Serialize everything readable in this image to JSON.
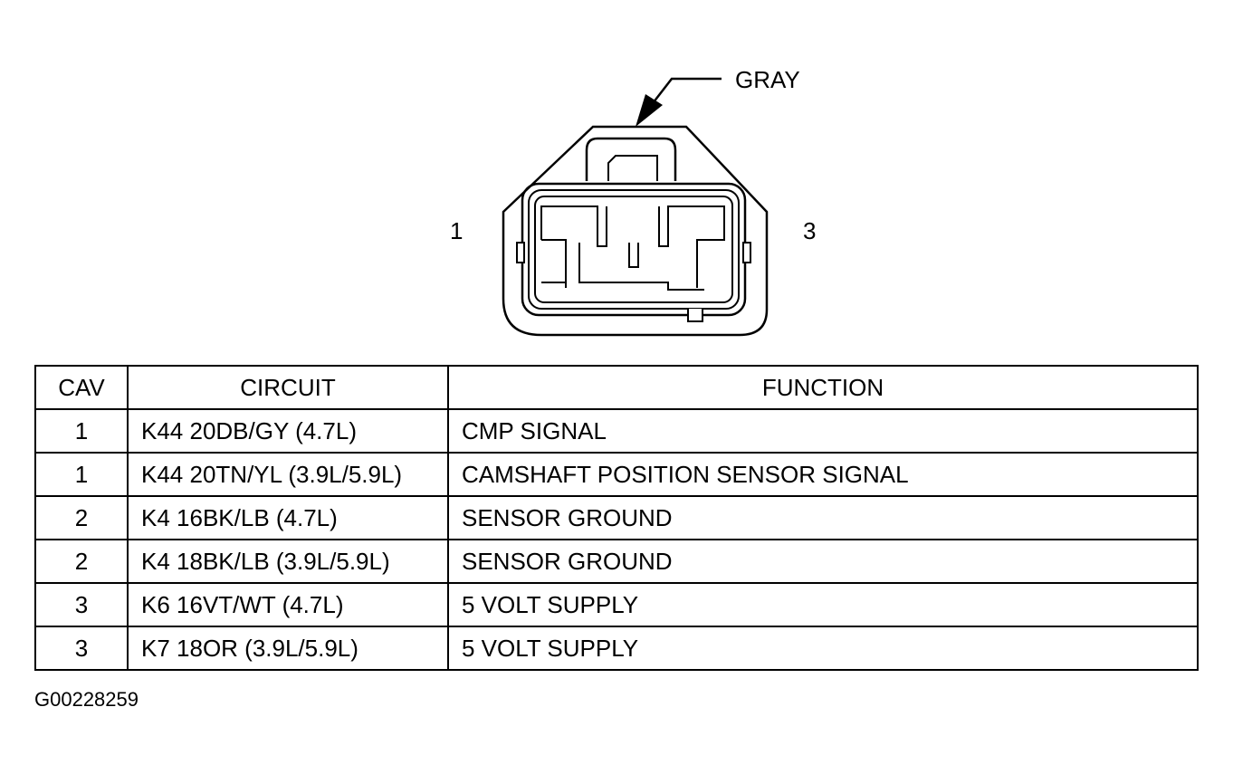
{
  "connector": {
    "color_label": "GRAY",
    "pin_left_label": "1",
    "pin_right_label": "3"
  },
  "table": {
    "headers": [
      "CAV",
      "CIRCUIT",
      "FUNCTION"
    ],
    "rows": [
      {
        "cav": "1",
        "circuit": "K44 20DB/GY (4.7L)",
        "function": "CMP SIGNAL"
      },
      {
        "cav": "1",
        "circuit": "K44 20TN/YL (3.9L/5.9L)",
        "function": "CAMSHAFT POSITION SENSOR SIGNAL"
      },
      {
        "cav": "2",
        "circuit": "K4 16BK/LB (4.7L)",
        "function": "SENSOR GROUND"
      },
      {
        "cav": "2",
        "circuit": "K4 18BK/LB (3.9L/5.9L)",
        "function": "SENSOR GROUND"
      },
      {
        "cav": "3",
        "circuit": "K6 16VT/WT (4.7L)",
        "function": "5 VOLT SUPPLY"
      },
      {
        "cav": "3",
        "circuit": "K7 18OR (3.9L/5.9L)",
        "function": "5 VOLT SUPPLY"
      }
    ]
  },
  "figure_id": "G00228259"
}
